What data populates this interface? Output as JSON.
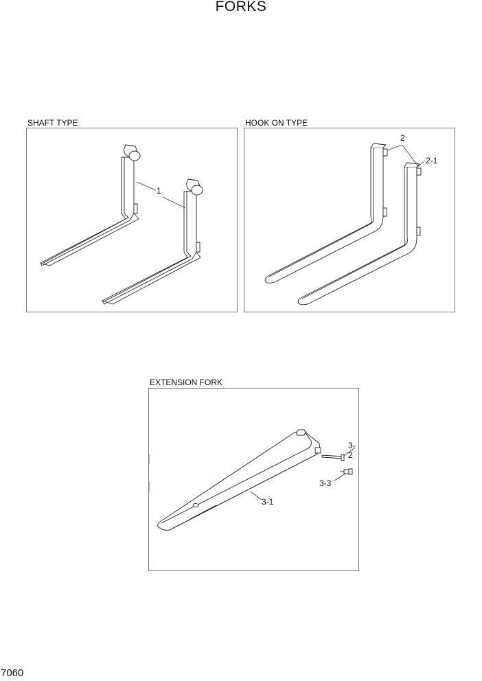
{
  "title": "FORKS",
  "panels": {
    "shaft": {
      "label": "SHAFT TYPE",
      "callouts": [
        "1"
      ]
    },
    "hook": {
      "label": "HOOK ON TYPE",
      "callouts": [
        "2",
        "2-1"
      ]
    },
    "extension": {
      "label": "EXTENSION FORK",
      "callouts": [
        "3-2",
        "3-3",
        "3-1"
      ]
    }
  },
  "page_number": "7060"
}
